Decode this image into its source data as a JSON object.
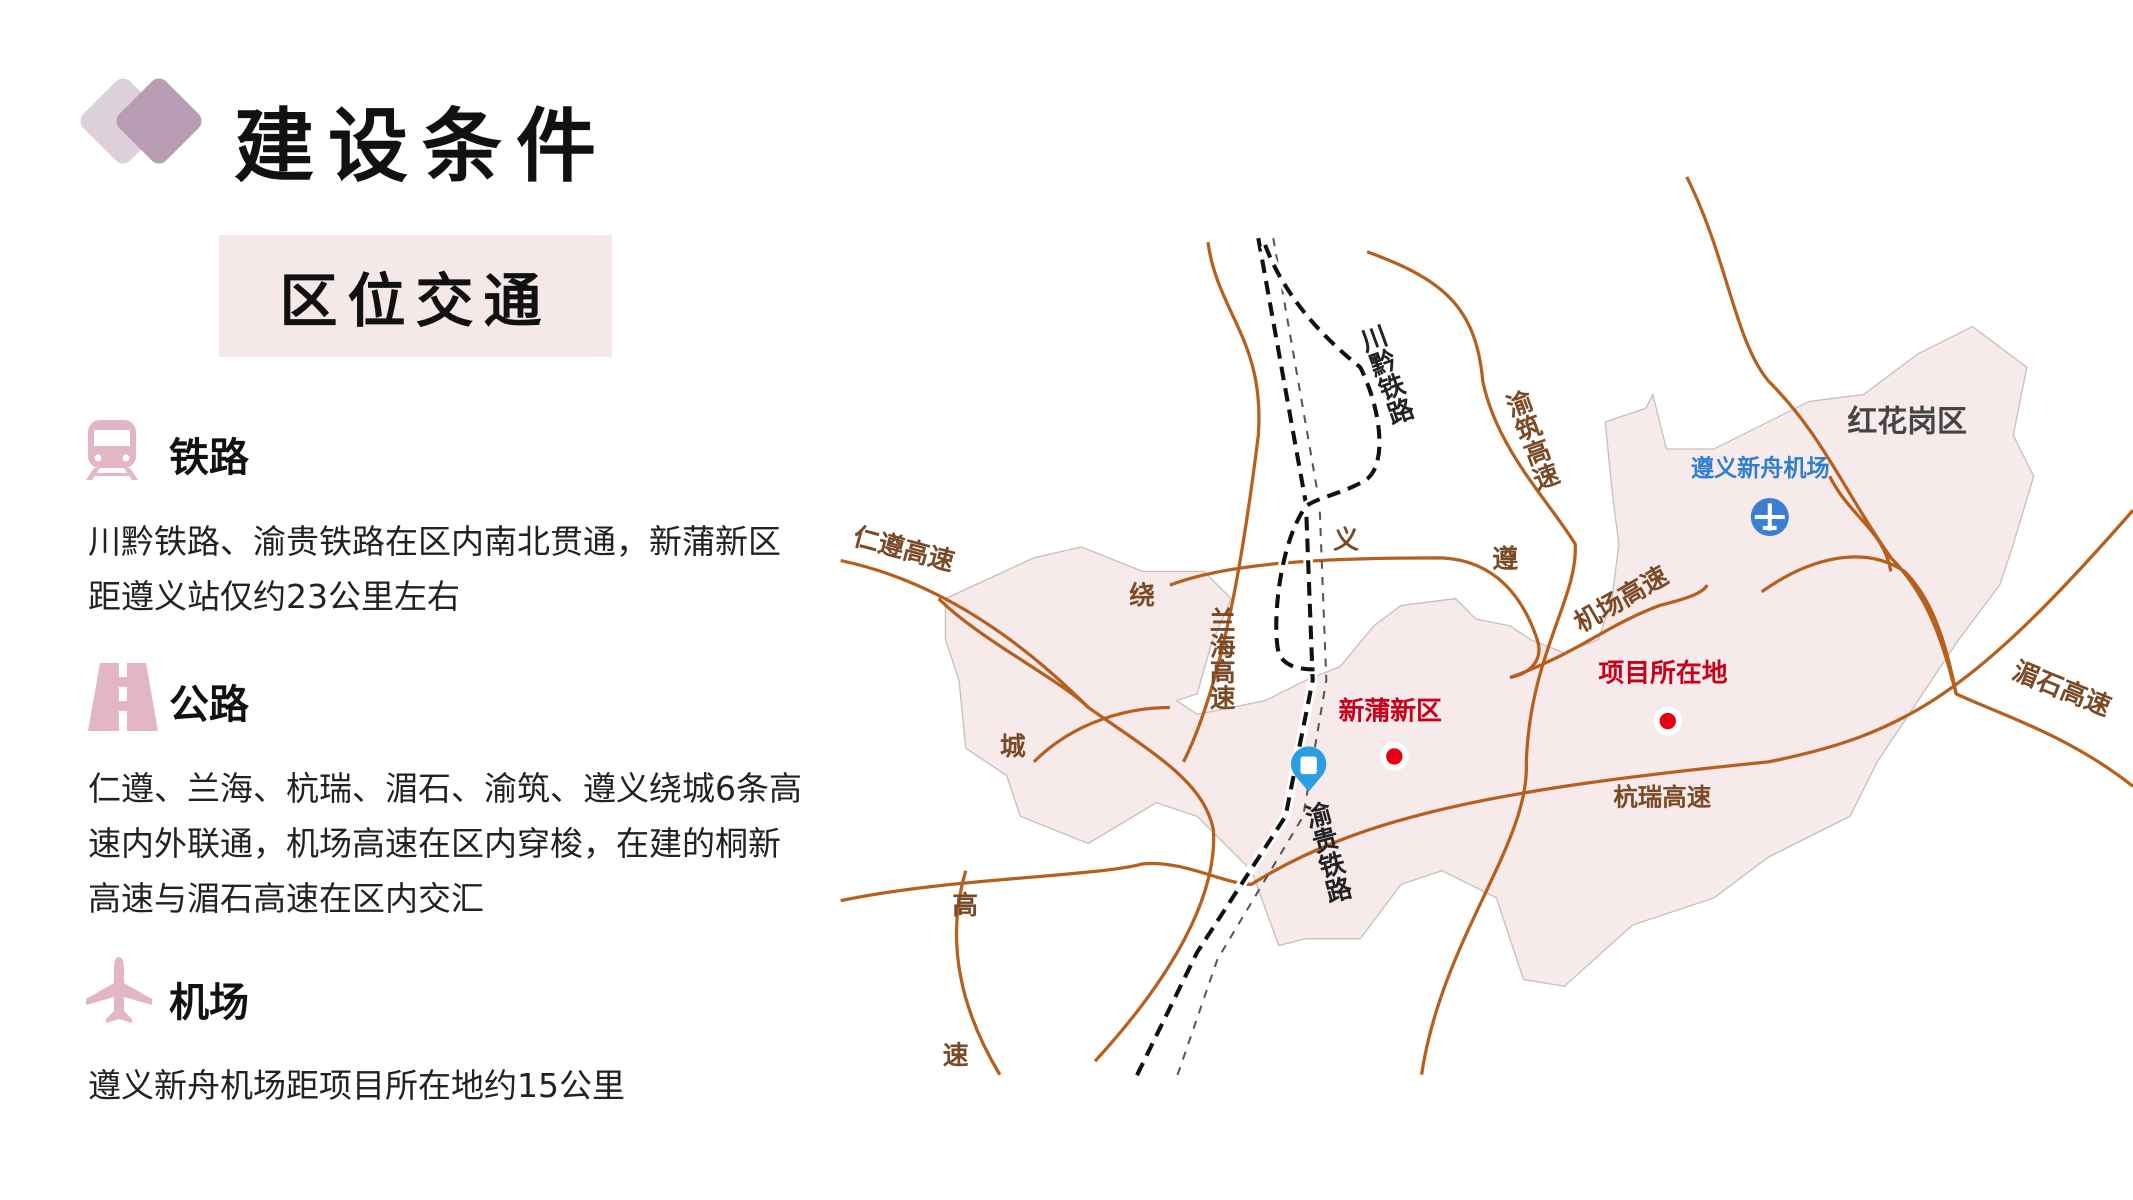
{
  "header": {
    "title": "建设条件",
    "section_tab": "区位交通"
  },
  "sections": [
    {
      "icon": "train-icon",
      "title": "铁路",
      "text": "川黔铁路、渝贵铁路在区内南北贯通，新蒲新区距遵义站仅约23公里左右"
    },
    {
      "icon": "road-icon",
      "title": "公路",
      "text": "仁遵、兰海、杭瑞、湄石、渝筑、遵义绕城6条高速内外联通，机场高速在区内穿梭，在建的桐新高速与湄石高速在区内交汇"
    },
    {
      "icon": "airplane-icon",
      "title": "机场",
      "text": "遵义新舟机场距项目所在地约15公里"
    }
  ],
  "map": {
    "labels": {
      "renzun": "仁遵高速",
      "rao": "绕",
      "cheng": "城",
      "gao": "高",
      "su": "速",
      "yi": "义",
      "zun": "遵",
      "lanhai": "兰海高速",
      "chuanqian": "川黔铁路",
      "yuzhu": "渝筑高速",
      "jichang": "机场高速",
      "honghuagang": "红花岗区",
      "airport": "遵义新舟机场",
      "project": "项目所在地",
      "xinpu": "新蒲新区",
      "hangrui": "杭瑞高速",
      "meishi": "湄石高速",
      "yugui": "渝贵铁路"
    },
    "colors": {
      "road": "#b5601e",
      "region": "#f6eaea",
      "accent": "#c8a6bb",
      "project": "#e60012",
      "airport": "#2f7fd0"
    }
  }
}
